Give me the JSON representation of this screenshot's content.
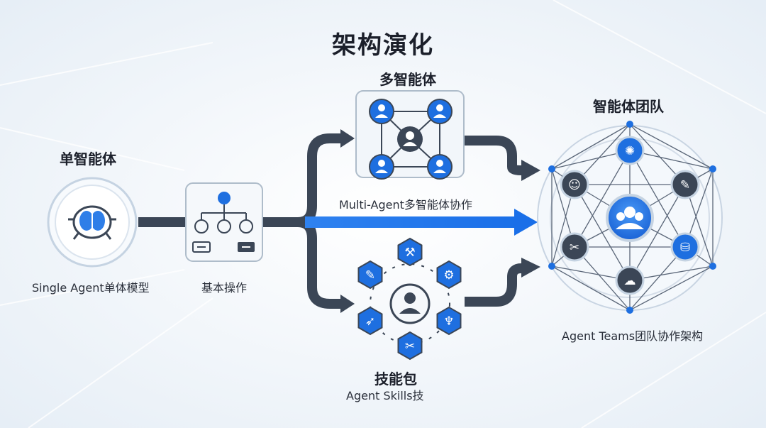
{
  "title": "架构演化",
  "single_agent": {
    "heading": "单智能体",
    "caption": "Single Agent单体模型",
    "icon": "brain-icon"
  },
  "basic_ops": {
    "caption": "基本操作",
    "icon": "hierarchy-icon"
  },
  "multi_agent": {
    "heading": "多智能体",
    "caption": "Multi-Agent多智能体协作",
    "icon": "user-network-icon"
  },
  "skills": {
    "heading": "技能包",
    "caption": "Agent Skills技",
    "icons": [
      "hammer-icon",
      "gear-icon",
      "lamp-icon",
      "tools-icon",
      "rocket-icon",
      "wrench-icon"
    ]
  },
  "agent_teams": {
    "heading": "智能体团队",
    "caption": "Agent Teams团队协作架构",
    "icons": [
      "brain-icon",
      "wrench-icon",
      "database-icon",
      "cloud-icon",
      "tools-icon",
      "user-icon"
    ]
  },
  "colors": {
    "accent": "#1e6fe0",
    "dark": "#3b4656",
    "bg": "#eef3f8"
  }
}
